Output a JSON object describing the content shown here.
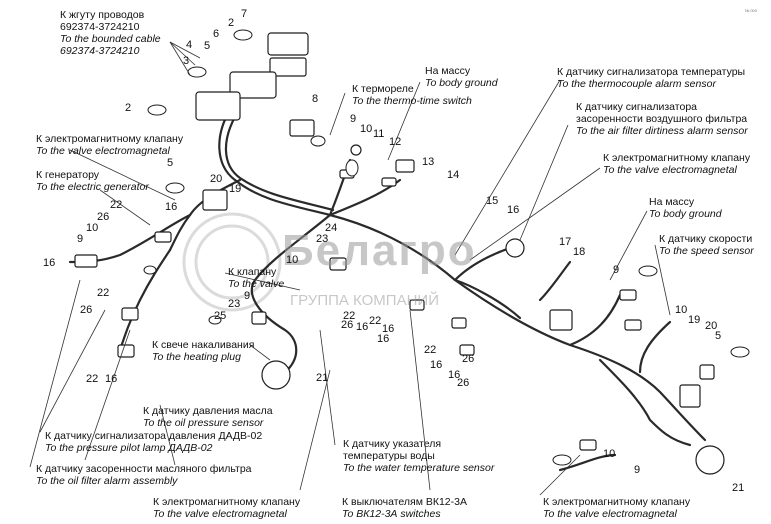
{
  "corner_mark": "№ 000",
  "watermark": {
    "brand": "Белагро",
    "subtitle": "ГРУППА КОМПАНИЙ"
  },
  "labels": {
    "harness_ru": "К жгуту проводов",
    "harness_code1": "692374-3724210",
    "harness_en": "To the bounded cable",
    "harness_code2": "692374-3724210",
    "ground1_ru": "На массу",
    "ground1_en": "To body ground",
    "thermo_switch_ru": "К терморелe",
    "thermo_switch_en": "To the thermo-time switch",
    "thermocouple_ru": "К датчику сигнализатора температуры",
    "thermocouple_en": "To the thermocouple alarm sensor",
    "air_filter_ru1": "К датчику сигнализатора",
    "air_filter_ru2": "засоренности воздушного фильтра",
    "air_filter_en": "To the air filter dirtiness alarm sensor",
    "valve1_ru": "К электромагнитному клапану",
    "valve1_en": "To the valve electromagnetal",
    "valve2_ru": "К электромагнитному клапану",
    "valve2_en": "To the valve electromagnetal",
    "generator_ru": "К генератору",
    "generator_en": "To the electric generator",
    "ground2_ru": "На массу",
    "ground2_en": "To body ground",
    "speed_ru": "К датчику скорости",
    "speed_en": "To the speed sensor",
    "valve_ru": "К клапану",
    "valve_en": "To the valve",
    "plug_ru": "К свече накаливания",
    "plug_en": "To the heating plug",
    "oil_pressure_ru": "К датчику давления масла",
    "oil_pressure_en": "To the oil pressure sensor",
    "pilot_ru": "К датчику сигнализатора давления ДАДВ-02",
    "pilot_en": "To the pressure pilot lamp ДАДВ-02",
    "water_ru1": "К датчику указателя",
    "water_ru2": "температуры воды",
    "water_en": "To the water temperature sensor",
    "oil_filter_ru": "К датчику засоренности масляного фильтра",
    "oil_filter_en": "To the oil filter alarm assembly",
    "valve3_ru": "К электромагнитному клапану",
    "valve3_en": "To the valve electromagnetal",
    "switch_ru": "К выключателям ВК12-3А",
    "switch_en": "To ВК12-3А switches",
    "valve4_ru": "К электромагнитному клапану",
    "valve4_en": "To the valve electromagnetal"
  },
  "numbers": {
    "n7": "7",
    "n2a": "2",
    "n6": "6",
    "n4": "4",
    "n5a": "5",
    "n3": "3",
    "n2b": "2",
    "n8": "8",
    "n9a": "9",
    "n10a": "10",
    "n11": "11",
    "n12": "12",
    "n13": "13",
    "n14": "14",
    "n5b": "5",
    "n20a": "20",
    "n19a": "19",
    "n22a": "22",
    "n16a": "16",
    "n26a": "26",
    "n10b": "10",
    "n9b": "9",
    "n16b": "16",
    "n24": "24",
    "n23a": "23",
    "n10c": "10",
    "n15": "15",
    "n16c": "16",
    "n17": "17",
    "n18": "18",
    "n9c": "9",
    "n22b": "22",
    "n26b": "26",
    "n9d": "9",
    "n23b": "23",
    "n25": "25",
    "n22c": "22",
    "n26c": "26",
    "n16d": "16",
    "n22d": "22",
    "n16e": "16",
    "n16f": "16",
    "n10d": "10",
    "n19b": "19",
    "n20b": "20",
    "n5c": "5",
    "n22e": "22",
    "n16g": "16",
    "n26d": "26",
    "n16h": "16",
    "n22f": "22",
    "n16i": "16",
    "n26e": "26",
    "n21a": "21",
    "n21b": "21",
    "n10e": "10",
    "n9e": "9"
  }
}
